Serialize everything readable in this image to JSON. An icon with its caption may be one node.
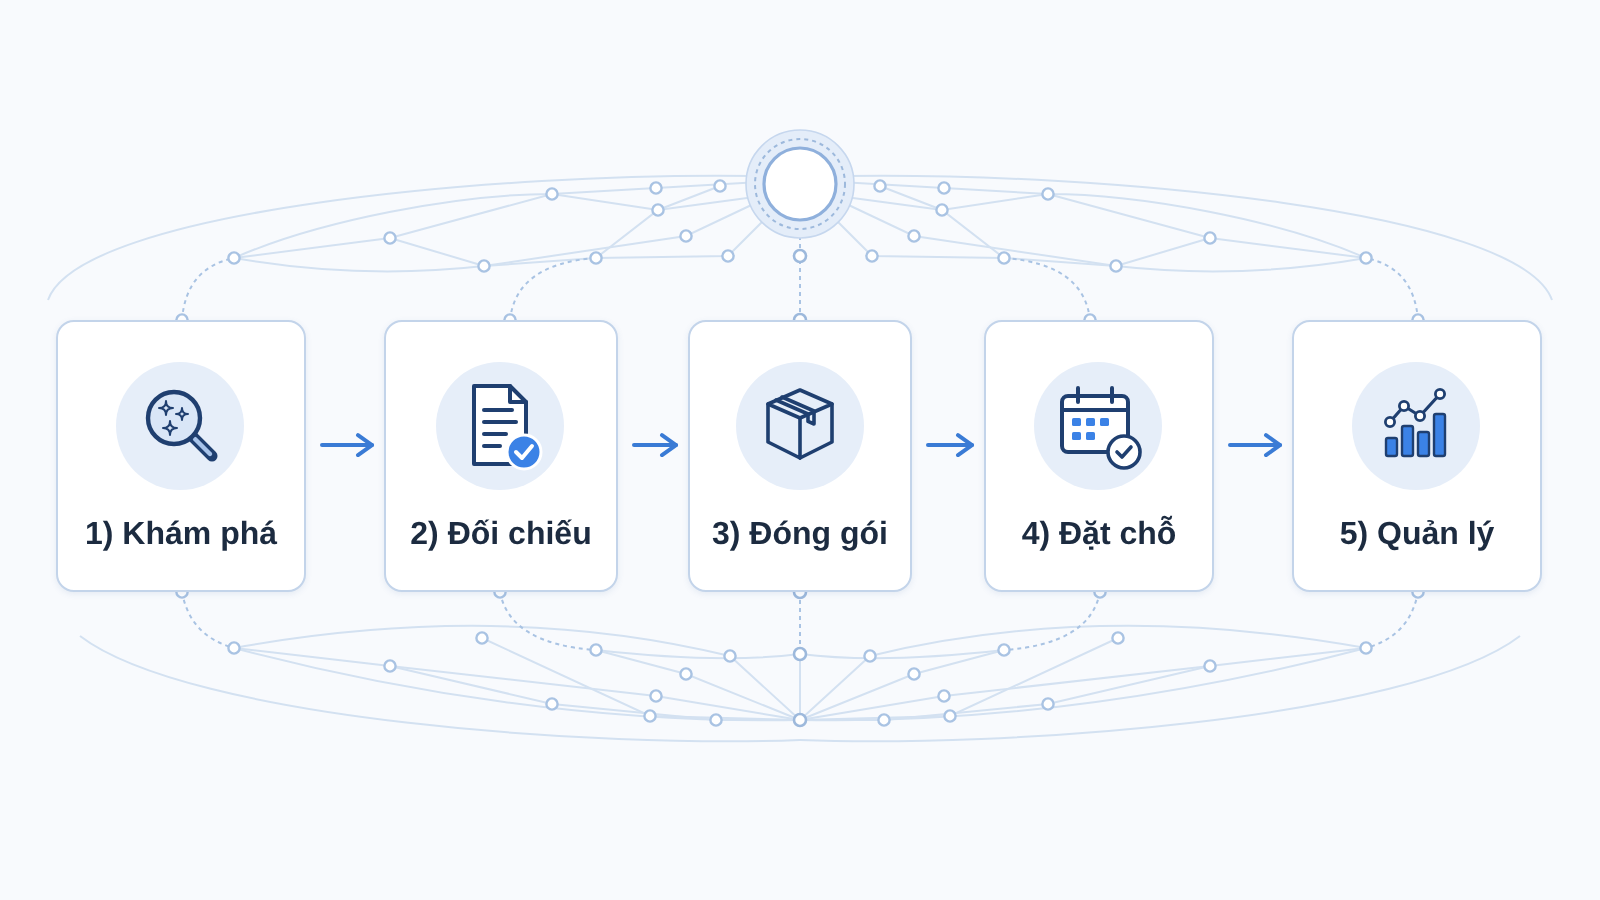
{
  "diagram": {
    "nodes": [
      {
        "text": [
          "1) Khám phá"
        ]
      },
      {
        "text": [
          "2) Đối chiếu"
        ]
      },
      {
        "text": [
          "3) Đóng gói"
        ]
      },
      {
        "text": [
          "4) Đặt chỗ"
        ]
      },
      {
        "text": [
          "5) Quản lý"
        ]
      }
    ],
    "edges": [
      {
        "from": 0,
        "to": 1,
        "arrow": "to"
      },
      {
        "from": 1,
        "to": 2,
        "arrow": "to"
      },
      {
        "from": 2,
        "to": 3,
        "arrow": "to"
      },
      {
        "from": 3,
        "to": 4,
        "arrow": "to"
      }
    ]
  }
}
